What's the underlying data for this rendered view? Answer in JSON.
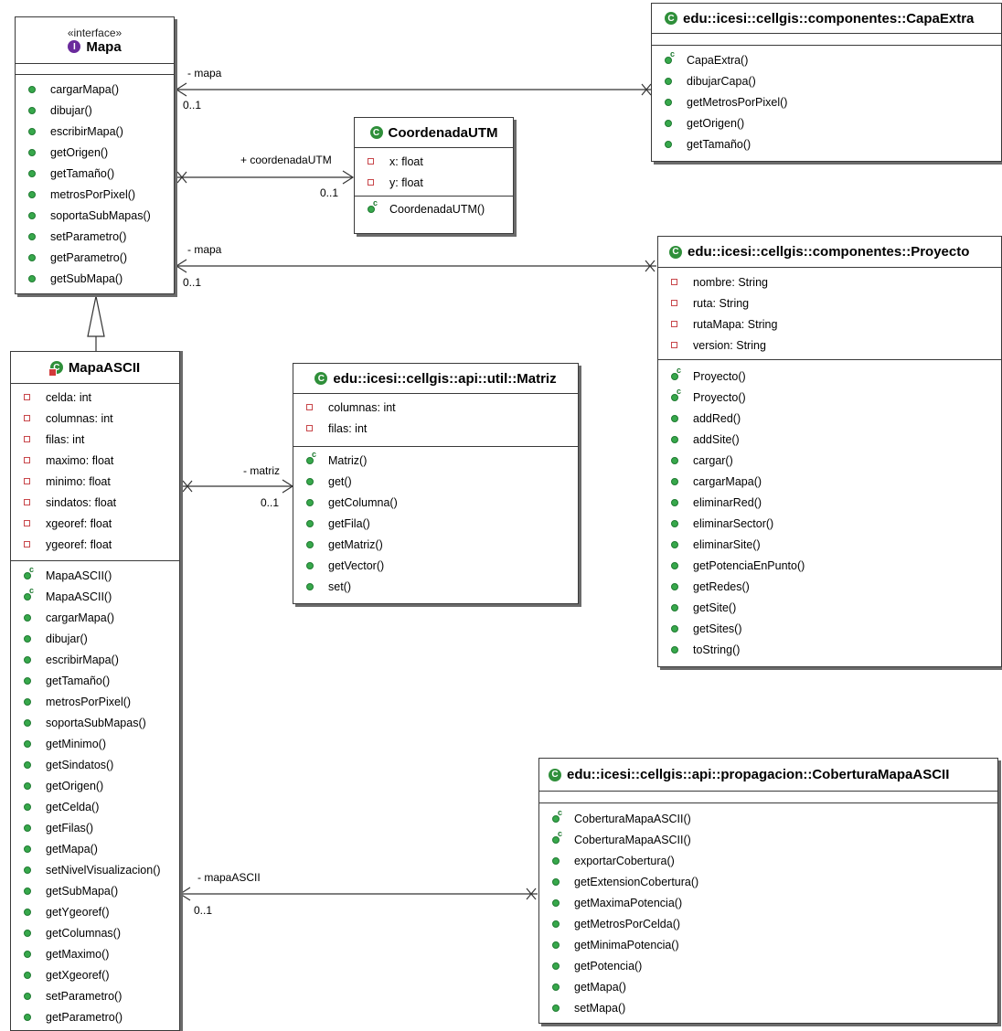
{
  "boxes": {
    "mapa": {
      "stereotype": "«interface»",
      "name": "Mapa",
      "attributes": [],
      "methods": [
        {
          "name": "cargarMapa()",
          "ctor": false
        },
        {
          "name": "dibujar()",
          "ctor": false
        },
        {
          "name": "escribirMapa()",
          "ctor": false
        },
        {
          "name": "getOrigen()",
          "ctor": false
        },
        {
          "name": "getTamaño()",
          "ctor": false
        },
        {
          "name": "metrosPorPixel()",
          "ctor": false
        },
        {
          "name": "soportaSubMapas()",
          "ctor": false
        },
        {
          "name": "setParametro()",
          "ctor": false
        },
        {
          "name": "getParametro()",
          "ctor": false
        },
        {
          "name": "getSubMapa()",
          "ctor": false
        }
      ]
    },
    "coordenada": {
      "name": "CoordenadaUTM",
      "attributes": [
        "x: float",
        "y: float"
      ],
      "methods": [
        {
          "name": "CoordenadaUTM()",
          "ctor": true
        }
      ]
    },
    "capaextra": {
      "name": "edu::icesi::cellgis::componentes::CapaExtra",
      "attributes": [],
      "methods": [
        {
          "name": "CapaExtra()",
          "ctor": true
        },
        {
          "name": "dibujarCapa()",
          "ctor": false
        },
        {
          "name": "getMetrosPorPixel()",
          "ctor": false
        },
        {
          "name": "getOrigen()",
          "ctor": false
        },
        {
          "name": "getTamaño()",
          "ctor": false
        }
      ]
    },
    "proyecto": {
      "name": "edu::icesi::cellgis::componentes::Proyecto",
      "attributes": [
        "nombre: String",
        "ruta: String",
        "rutaMapa: String",
        "version: String"
      ],
      "methods": [
        {
          "name": "Proyecto()",
          "ctor": true
        },
        {
          "name": "Proyecto()",
          "ctor": true
        },
        {
          "name": "addRed()",
          "ctor": false
        },
        {
          "name": "addSite()",
          "ctor": false
        },
        {
          "name": "cargar()",
          "ctor": false
        },
        {
          "name": "cargarMapa()",
          "ctor": false
        },
        {
          "name": "eliminarRed()",
          "ctor": false
        },
        {
          "name": "eliminarSector()",
          "ctor": false
        },
        {
          "name": "eliminarSite()",
          "ctor": false
        },
        {
          "name": "getPotenciaEnPunto()",
          "ctor": false
        },
        {
          "name": "getRedes()",
          "ctor": false
        },
        {
          "name": "getSite()",
          "ctor": false
        },
        {
          "name": "getSites()",
          "ctor": false
        },
        {
          "name": "toString()",
          "ctor": false
        }
      ]
    },
    "matriz": {
      "name": "edu::icesi::cellgis::api::util::Matriz",
      "attributes": [
        "columnas: int",
        "filas: int"
      ],
      "methods": [
        {
          "name": "Matriz()",
          "ctor": true
        },
        {
          "name": "get()",
          "ctor": false
        },
        {
          "name": "getColumna()",
          "ctor": false
        },
        {
          "name": "getFila()",
          "ctor": false
        },
        {
          "name": "getMatriz()",
          "ctor": false
        },
        {
          "name": "getVector()",
          "ctor": false
        },
        {
          "name": "set()",
          "ctor": false
        }
      ]
    },
    "mapaascii": {
      "name": "MapaASCII",
      "attributes": [
        "celda: int",
        "columnas: int",
        "filas: int",
        "maximo: float",
        "minimo: float",
        "sindatos: float",
        "xgeoref: float",
        "ygeoref: float"
      ],
      "methods": [
        {
          "name": "MapaASCII()",
          "ctor": true
        },
        {
          "name": "MapaASCII()",
          "ctor": true
        },
        {
          "name": "cargarMapa()",
          "ctor": false
        },
        {
          "name": "dibujar()",
          "ctor": false
        },
        {
          "name": "escribirMapa()",
          "ctor": false
        },
        {
          "name": "getTamaño()",
          "ctor": false
        },
        {
          "name": "metrosPorPixel()",
          "ctor": false
        },
        {
          "name": "soportaSubMapas()",
          "ctor": false
        },
        {
          "name": "getMinimo()",
          "ctor": false
        },
        {
          "name": "getSindatos()",
          "ctor": false
        },
        {
          "name": "getOrigen()",
          "ctor": false
        },
        {
          "name": "getCelda()",
          "ctor": false
        },
        {
          "name": "getFilas()",
          "ctor": false
        },
        {
          "name": "getMapa()",
          "ctor": false
        },
        {
          "name": "setNivelVisualizacion()",
          "ctor": false
        },
        {
          "name": "getSubMapa()",
          "ctor": false
        },
        {
          "name": "getYgeoref()",
          "ctor": false
        },
        {
          "name": "getColumnas()",
          "ctor": false
        },
        {
          "name": "getMaximo()",
          "ctor": false
        },
        {
          "name": "getXgeoref()",
          "ctor": false
        },
        {
          "name": "setParametro()",
          "ctor": false
        },
        {
          "name": "getParametro()",
          "ctor": false
        }
      ]
    },
    "cobertura": {
      "name": "edu::icesi::cellgis::api::propagacion::CoberturaMapaASCII",
      "attributes": [],
      "methods": [
        {
          "name": "CoberturaMapaASCII()",
          "ctor": true
        },
        {
          "name": "CoberturaMapaASCII()",
          "ctor": true
        },
        {
          "name": "exportarCobertura()",
          "ctor": false
        },
        {
          "name": "getExtensionCobertura()",
          "ctor": false
        },
        {
          "name": "getMaximaPotencia()",
          "ctor": false
        },
        {
          "name": "getMetrosPorCelda()",
          "ctor": false
        },
        {
          "name": "getMinimaPotencia()",
          "ctor": false
        },
        {
          "name": "getPotencia()",
          "ctor": false
        },
        {
          "name": "getMapa()",
          "ctor": false
        },
        {
          "name": "setMapa()",
          "ctor": false
        }
      ]
    }
  },
  "labels": {
    "mapa_capa_role": "- mapa",
    "mapa_capa_mult": "0..1",
    "coord_role": "+ coordenadaUTM",
    "coord_mult": "0..1",
    "mapa_proy_role": "- mapa",
    "mapa_proy_mult": "0..1",
    "matriz_role": "- matriz",
    "matriz_mult": "0..1",
    "ascii_role": "- mapaASCII",
    "ascii_mult": "0..1"
  },
  "colors": {
    "class_icon": "#2f8f3a",
    "interface_icon": "#6a2a9c",
    "method_dot": "#37a84b",
    "attribute_square": "#c8464a"
  }
}
